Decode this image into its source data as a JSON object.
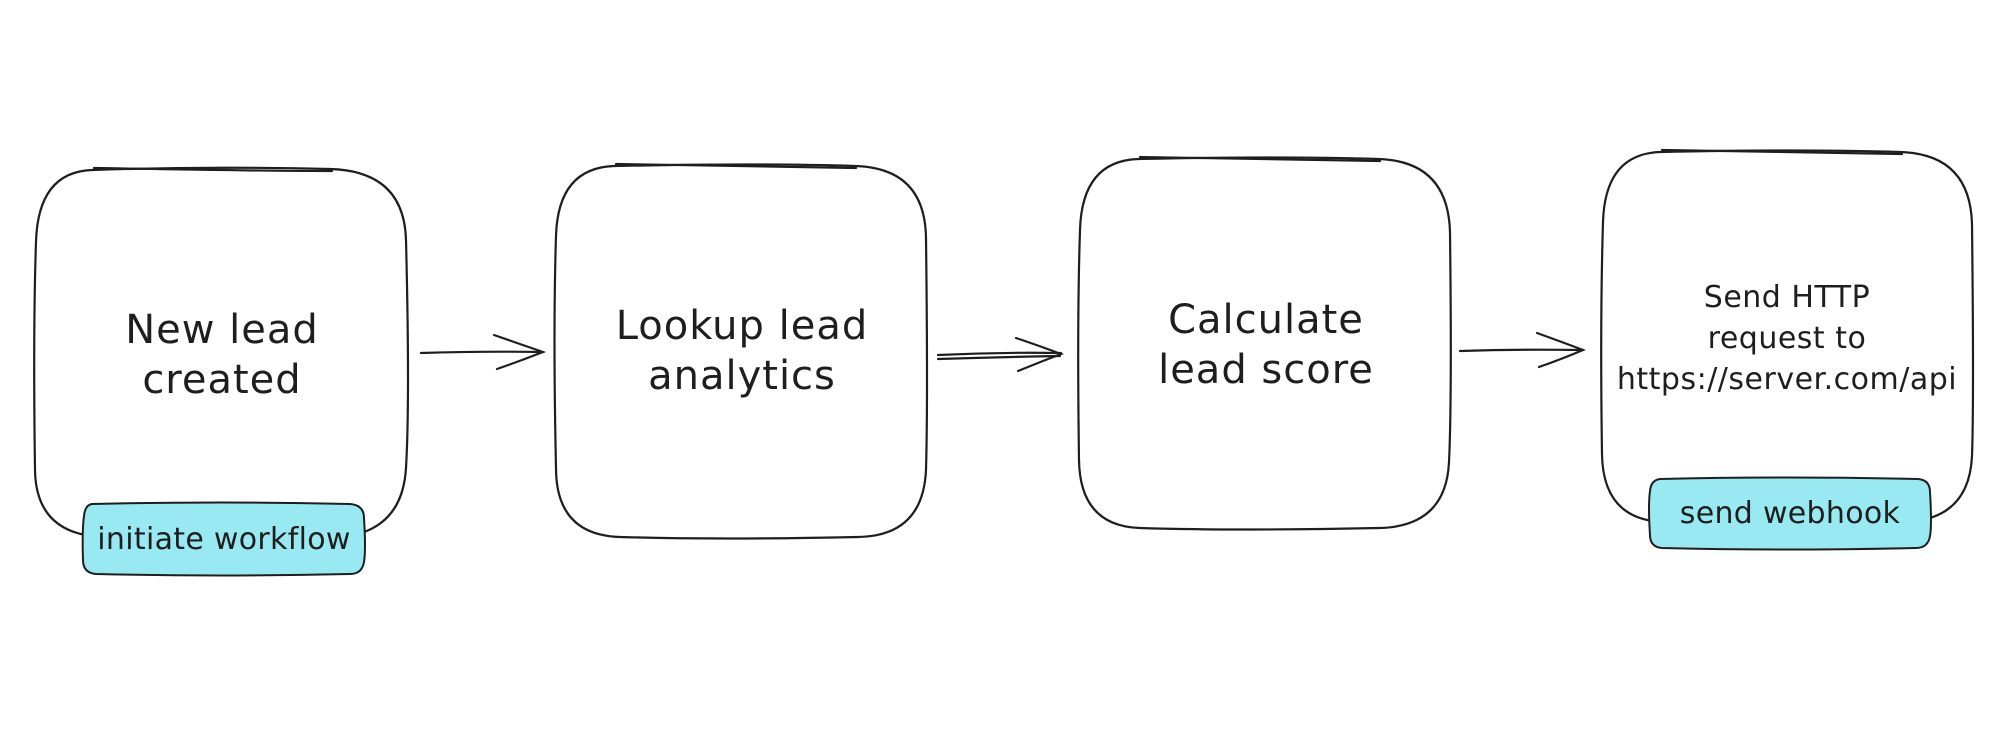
{
  "diagram": {
    "steps": [
      {
        "label": "New lead\ncreated",
        "tag": "initiate workflow"
      },
      {
        "label": "Lookup lead\nanalytics"
      },
      {
        "label": "Calculate\nlead score"
      },
      {
        "label": "Send HTTP\nrequest to\nhttps://server.com/api",
        "tag": "send webhook"
      }
    ],
    "colors": {
      "stroke": "#1e1e1e",
      "tag_fill": "#99e9f2"
    }
  }
}
